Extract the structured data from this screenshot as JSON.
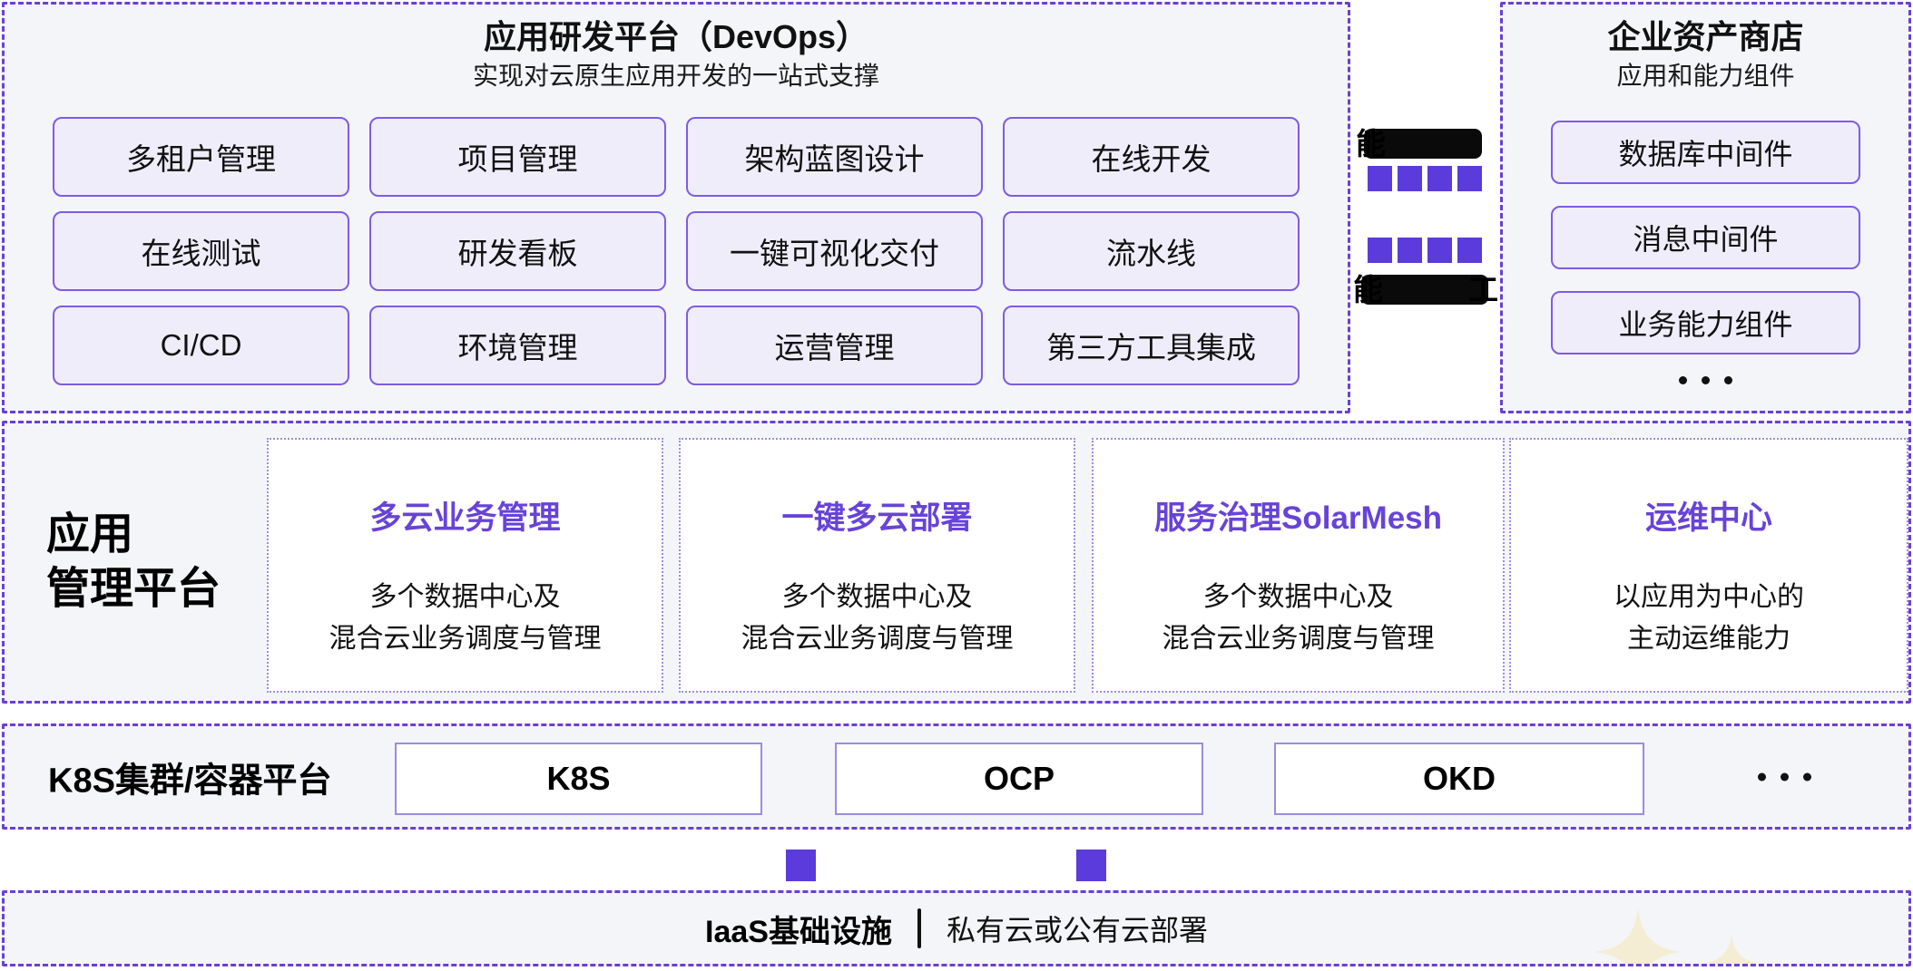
{
  "colors": {
    "accent_purple": "#5B3BDB",
    "dashed_border_purple": "#6B40D2",
    "chip_border_purple": "#7E5BE5",
    "chip_background": "#F0EDFB",
    "panel_background": "#F4F5F9",
    "card_title_purple": "#6743D9",
    "sparkle_cream": "#F5ECD4",
    "redaction_black": "#0A0A0A"
  },
  "devops_panel": {
    "title": "应用研发平台（DevOps）",
    "subtitle": "实现对云原生应用开发的一站式支撑",
    "buttons": [
      "多租户管理",
      "项目管理",
      "架构蓝图设计",
      "在线开发",
      "在线测试",
      "研发看板",
      "一键可视化交付",
      "流水线",
      "CI/CD",
      "环境管理",
      "运营管理",
      "第三方工具集成"
    ]
  },
  "capability_bridge": {
    "top_bar_visible_char": "能",
    "bottom_bar_visible_char_left": "能",
    "bottom_bar_visible_char_right": "工",
    "squares_per_row": 4
  },
  "asset_panel": {
    "title": "企业资产商店",
    "subtitle": "应用和能力组件",
    "buttons": [
      "数据库中间件",
      "消息中间件",
      "业务能力组件"
    ]
  },
  "management_band": {
    "label": "应用\n管理平台",
    "cards": [
      {
        "title": "多云业务管理",
        "desc": "多个数据中心及\n混合云业务调度与管理"
      },
      {
        "title": "一键多云部署",
        "desc": "多个数据中心及\n混合云业务调度与管理"
      },
      {
        "title": "服务治理SolarMesh",
        "desc": "多个数据中心及\n混合云业务调度与管理"
      },
      {
        "title": "运维中心",
        "desc": "以应用为中心的\n主动运维能力"
      }
    ]
  },
  "k8s_band": {
    "label": "K8S集群/容器平台",
    "boxes": [
      "K8S",
      "OCP",
      "OKD"
    ]
  },
  "iaas_band": {
    "title": "IaaS基础设施",
    "divider": "|",
    "desc": "私有云或公有云部署"
  }
}
